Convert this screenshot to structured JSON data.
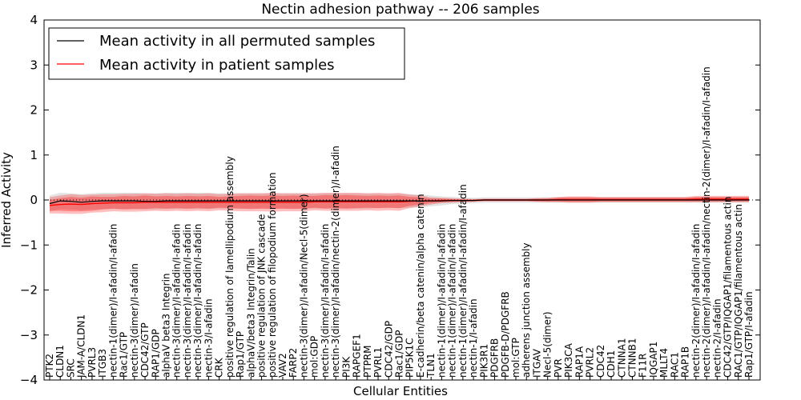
{
  "chart_data": {
    "type": "line",
    "title": "Nectin adhesion pathway -- 206 samples",
    "xlabel": "Cellular Entities",
    "ylabel": "Inferred Activity",
    "ylim": [
      -4,
      4
    ],
    "yticks": [
      -4,
      -3,
      -2,
      -1,
      0,
      1,
      2,
      3,
      4
    ],
    "grid": false,
    "legend_position": "top-left",
    "categories": [
      "PTK2",
      "CLDN1",
      "SRC",
      "JAM-A/CLDN1",
      "PVRL3",
      "ITGB3",
      "nectin-1(dimer)/I-afadin/I-afadin",
      "Rac1/GTP",
      "nectin-3(dimer)/I-afadin",
      "CDC42/GTP",
      "RAP1/GDP",
      "alphaV beta3 Integrin",
      "nectin-3(dimer)/I-afadin/I-afadin",
      "nectin-3(dimer)/I-afadin/I-afadin",
      "nectin-3(dimer)/I-afadin/I-afadin",
      "nectin-3/I-afadin",
      "CRK",
      "positive regulation of lamellipodium assembly",
      "Rap1/GTP",
      "alphaV/beta3 Integrin/Talin",
      "positive regulation of JNK cascade",
      "positive regulation of filopodium formation",
      "VAV2",
      "FARP2",
      "nectin-3(dimer)/I-afadin/Necl-5(dimer)",
      "mol:GDP",
      "nectin-3(dimer)/I-afadin/I-afadin",
      "nectin-3(dimer)/I-afadin/nectin-2(dimer)/I-afadin",
      "PI3K",
      "RAPGEF1",
      "PTPRM",
      "PVRL1",
      "CDC42/GDP",
      "Rac1/GDP",
      "PIP5K1C",
      "E-cadherin/beta catenin/alpha catenin",
      "TLN1",
      "nectin-1(dimer)/I-afadin/I-afadin",
      "nectin-1(dimer)/I-afadin/I-afadin",
      "nectin-1(dimer)/I-afadin/I-afadin/I-afadin",
      "nectin-1/I-afadin",
      "PIK3R1",
      "PDGFRB",
      "PDGFB-D/PDGFRB",
      "mol:GTP",
      "adherens junction assembly",
      "ITGAV",
      "Necl-5(dimer)",
      "PVR",
      "PIK3CA",
      "RAP1A",
      "PVRL2",
      "CDC42",
      "CDH1",
      "CTNNA1",
      "CTNNB1",
      "F11R",
      "IQGAP1",
      "MLLT4",
      "RAC1",
      "RAP1B",
      "nectin-2(dimer)/I-afadin/I-afadin",
      "nectin-2(dimer)/I-afadin/I-afadin/nectin-2(dimer)/I-afadin/I-afadin",
      "nectin-2/I-afadin",
      "CDC42/GTP/IQGAP1/filamentous actin",
      "RAC1/GTP/IQGAP1/filamentous actin",
      "Rap1/GTP/I-afadin"
    ],
    "series": [
      {
        "name": "Mean activity in all permuted samples",
        "color": "#000000",
        "values": [
          -0.08,
          -0.02,
          -0.03,
          -0.05,
          -0.03,
          -0.02,
          -0.02,
          -0.02,
          -0.02,
          -0.03,
          -0.03,
          -0.02,
          -0.02,
          -0.02,
          -0.02,
          -0.02,
          -0.02,
          -0.02,
          -0.02,
          -0.02,
          -0.02,
          -0.02,
          -0.02,
          -0.02,
          -0.02,
          -0.02,
          -0.02,
          -0.02,
          -0.02,
          -0.02,
          -0.02,
          -0.02,
          -0.02,
          -0.02,
          -0.02,
          -0.02,
          -0.02,
          -0.02,
          -0.01,
          -0.01,
          -0.01,
          0,
          0,
          0,
          0,
          0,
          0,
          0,
          0,
          0,
          0,
          0,
          0,
          0,
          0,
          0,
          0,
          0,
          0,
          0,
          0,
          0,
          0,
          0,
          0,
          0,
          0
        ],
        "band": [
          0.18,
          0.18,
          0.18,
          0.18,
          0.18,
          0.18,
          0.18,
          0.18,
          0.18,
          0.18,
          0.18,
          0.18,
          0.18,
          0.18,
          0.18,
          0.18,
          0.17,
          0.17,
          0.17,
          0.17,
          0.17,
          0.17,
          0.17,
          0.17,
          0.17,
          0.17,
          0.17,
          0.17,
          0.17,
          0.17,
          0.17,
          0.16,
          0.16,
          0.16,
          0.15,
          0.14,
          0.12,
          0.1,
          0.08,
          0.07,
          0.06,
          0.06,
          0.06,
          0.06,
          0.06,
          0.06,
          0.06,
          0.06,
          0.06,
          0.06,
          0.06,
          0.06,
          0.06,
          0.06,
          0.06,
          0.06,
          0.06,
          0.06,
          0.06,
          0.06,
          0.06,
          0.06,
          0.06,
          0.06,
          0.06,
          0.06,
          0.06
        ]
      },
      {
        "name": "Mean activity in patient samples",
        "color": "#ff0000",
        "values": [
          -0.12,
          -0.1,
          -0.09,
          -0.1,
          -0.08,
          -0.07,
          -0.06,
          -0.06,
          -0.06,
          -0.05,
          -0.05,
          -0.05,
          -0.05,
          -0.05,
          -0.05,
          -0.05,
          -0.05,
          -0.05,
          -0.05,
          -0.05,
          -0.05,
          -0.05,
          -0.05,
          -0.05,
          -0.05,
          -0.04,
          -0.04,
          -0.04,
          -0.04,
          -0.04,
          -0.04,
          -0.04,
          -0.04,
          -0.04,
          -0.03,
          -0.02,
          -0.02,
          -0.01,
          -0.01,
          -0.01,
          -0.01,
          0,
          0,
          0,
          0,
          0,
          0,
          0,
          0.01,
          0.01,
          0.01,
          0.01,
          0.01,
          0.01,
          0.01,
          0.01,
          0.01,
          0.01,
          0.01,
          0.01,
          0.01,
          0.02,
          0.02,
          0.02,
          0.02,
          0.02,
          0.02
        ],
        "band": [
          0.12,
          0.14,
          0.16,
          0.15,
          0.16,
          0.14,
          0.13,
          0.15,
          0.14,
          0.15,
          0.13,
          0.14,
          0.13,
          0.14,
          0.13,
          0.14,
          0.12,
          0.13,
          0.14,
          0.15,
          0.14,
          0.15,
          0.14,
          0.15,
          0.14,
          0.13,
          0.15,
          0.14,
          0.15,
          0.14,
          0.13,
          0.14,
          0.13,
          0.14,
          0.1,
          0.08,
          0.05,
          0.04,
          0.03,
          0.02,
          0.02,
          0.02,
          0.02,
          0.02,
          0.02,
          0.02,
          0.03,
          0.03,
          0.04,
          0.05,
          0.05,
          0.05,
          0.04,
          0.04,
          0.04,
          0.04,
          0.04,
          0.04,
          0.04,
          0.04,
          0.04,
          0.05,
          0.05,
          0.05,
          0.05,
          0.05,
          0.05
        ],
        "outer_band": [
          0.18,
          0.2,
          0.22,
          0.21,
          0.2,
          0.2,
          0.19,
          0.2,
          0.2,
          0.2,
          0.19,
          0.2,
          0.19,
          0.2,
          0.19,
          0.2,
          0.18,
          0.19,
          0.2,
          0.2,
          0.2,
          0.21,
          0.2,
          0.2,
          0.2,
          0.19,
          0.2,
          0.2,
          0.2,
          0.2,
          0.19,
          0.2,
          0.19,
          0.2,
          0.15,
          0.12,
          0.08,
          0.06,
          0.05,
          0.04,
          0.03,
          0.03,
          0.03,
          0.03,
          0.03,
          0.03,
          0.04,
          0.05,
          0.06,
          0.07,
          0.07,
          0.07,
          0.06,
          0.06,
          0.06,
          0.06,
          0.06,
          0.06,
          0.06,
          0.06,
          0.06,
          0.07,
          0.07,
          0.07,
          0.07,
          0.07,
          0.07
        ]
      }
    ],
    "zero_reference_line": 0
  }
}
